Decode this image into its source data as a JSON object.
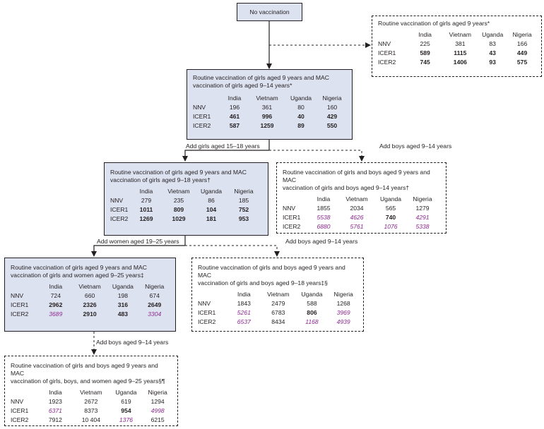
{
  "start": "No vaccination",
  "rows": [
    "NNV",
    "ICER1",
    "ICER2"
  ],
  "countries": [
    "India",
    "Vietnam",
    "Uganda",
    "Nigeria"
  ],
  "boxes": {
    "top_right": {
      "title": "Routine vaccination of girls aged 9 years*",
      "values": [
        [
          "225",
          "381",
          "83",
          "166"
        ],
        [
          "589",
          "1115",
          "43",
          "449"
        ],
        [
          "745",
          "1406",
          "93",
          "575"
        ]
      ],
      "styles": [
        [
          "",
          "",
          "",
          ""
        ],
        [
          "b",
          "b",
          "b",
          "b"
        ],
        [
          "b",
          "b",
          "b",
          "b"
        ]
      ]
    },
    "main1": {
      "title": "Routine vaccination of girls aged 9 years and MAC\nvaccination of girls aged 9–14 years*",
      "values": [
        [
          "196",
          "361",
          "80",
          "160"
        ],
        [
          "461",
          "996",
          "40",
          "429"
        ],
        [
          "587",
          "1259",
          "89",
          "550"
        ]
      ],
      "styles": [
        [
          "",
          "",
          "",
          ""
        ],
        [
          "b",
          "b",
          "b",
          "b"
        ],
        [
          "b",
          "b",
          "b",
          "b"
        ]
      ]
    },
    "main2": {
      "title": "Routine vaccination of girls aged 9 years and MAC\nvaccination of girls aged 9–18 years†",
      "values": [
        [
          "279",
          "235",
          "86",
          "185"
        ],
        [
          "1011",
          "809",
          "104",
          "752"
        ],
        [
          "1269",
          "1029",
          "181",
          "953"
        ]
      ],
      "styles": [
        [
          "",
          "",
          "",
          ""
        ],
        [
          "b",
          "b",
          "b",
          "b"
        ],
        [
          "b",
          "b",
          "b",
          "b"
        ]
      ]
    },
    "alt2": {
      "title": "Routine vaccination of girls and boys aged 9 years and MAC\nvaccination of girls and boys aged 9–14 years†",
      "values": [
        [
          "1855",
          "2034",
          "565",
          "1279"
        ],
        [
          "5538",
          "4626",
          "740",
          "4291"
        ],
        [
          "6880",
          "5761",
          "1076",
          "5338"
        ]
      ],
      "styles": [
        [
          "",
          "",
          "",
          ""
        ],
        [
          "i",
          "i",
          "b",
          "i"
        ],
        [
          "i",
          "i",
          "i",
          "i"
        ]
      ]
    },
    "main3": {
      "title": "Routine vaccination of girls aged 9 years and MAC\nvaccination of girls and women aged 9–25 years‡",
      "values": [
        [
          "724",
          "660",
          "198",
          "674"
        ],
        [
          "2962",
          "2326",
          "316",
          "2649"
        ],
        [
          "3689",
          "2910",
          "483",
          "3304"
        ]
      ],
      "styles": [
        [
          "",
          "",
          "",
          ""
        ],
        [
          "b",
          "b",
          "b",
          "b"
        ],
        [
          "i",
          "b",
          "b",
          "i"
        ]
      ]
    },
    "alt3": {
      "title": "Routine vaccination of girls and boys aged 9 years and MAC\nvaccination of girls and boys aged 9–18 years‡§",
      "values": [
        [
          "1843",
          "2479",
          "588",
          "1268"
        ],
        [
          "5261",
          "6783",
          "806",
          "3969"
        ],
        [
          "6537",
          "8434",
          "1168",
          "4939"
        ]
      ],
      "styles": [
        [
          "",
          "",
          "",
          ""
        ],
        [
          "i",
          "",
          "b",
          "i"
        ],
        [
          "i",
          "",
          "i",
          "i"
        ]
      ]
    },
    "alt4": {
      "title": "Routine vaccination of girls and boys aged 9 years and MAC\nvaccination of girls, boys, and women aged 9–25 years§¶",
      "values": [
        [
          "1923",
          "2672",
          "619",
          "1294"
        ],
        [
          "6371",
          "8373",
          "954",
          "4998"
        ],
        [
          "7912",
          "10 404",
          "1376",
          "6215"
        ]
      ],
      "styles": [
        [
          "",
          "",
          "",
          ""
        ],
        [
          "i",
          "",
          "b",
          "i"
        ],
        [
          "",
          "",
          "i",
          ""
        ]
      ]
    }
  },
  "edge_labels": {
    "add_girls_15_18": "Add girls aged 15–18 years",
    "add_boys_9_14_a": "Add boys aged 9–14 years",
    "add_women_19_25": "Add women aged 19–25 years",
    "add_boys_9_14_b": "Add boys aged 9–14 years",
    "add_boys_9_14_c": "Add boys aged 9–14 years"
  }
}
